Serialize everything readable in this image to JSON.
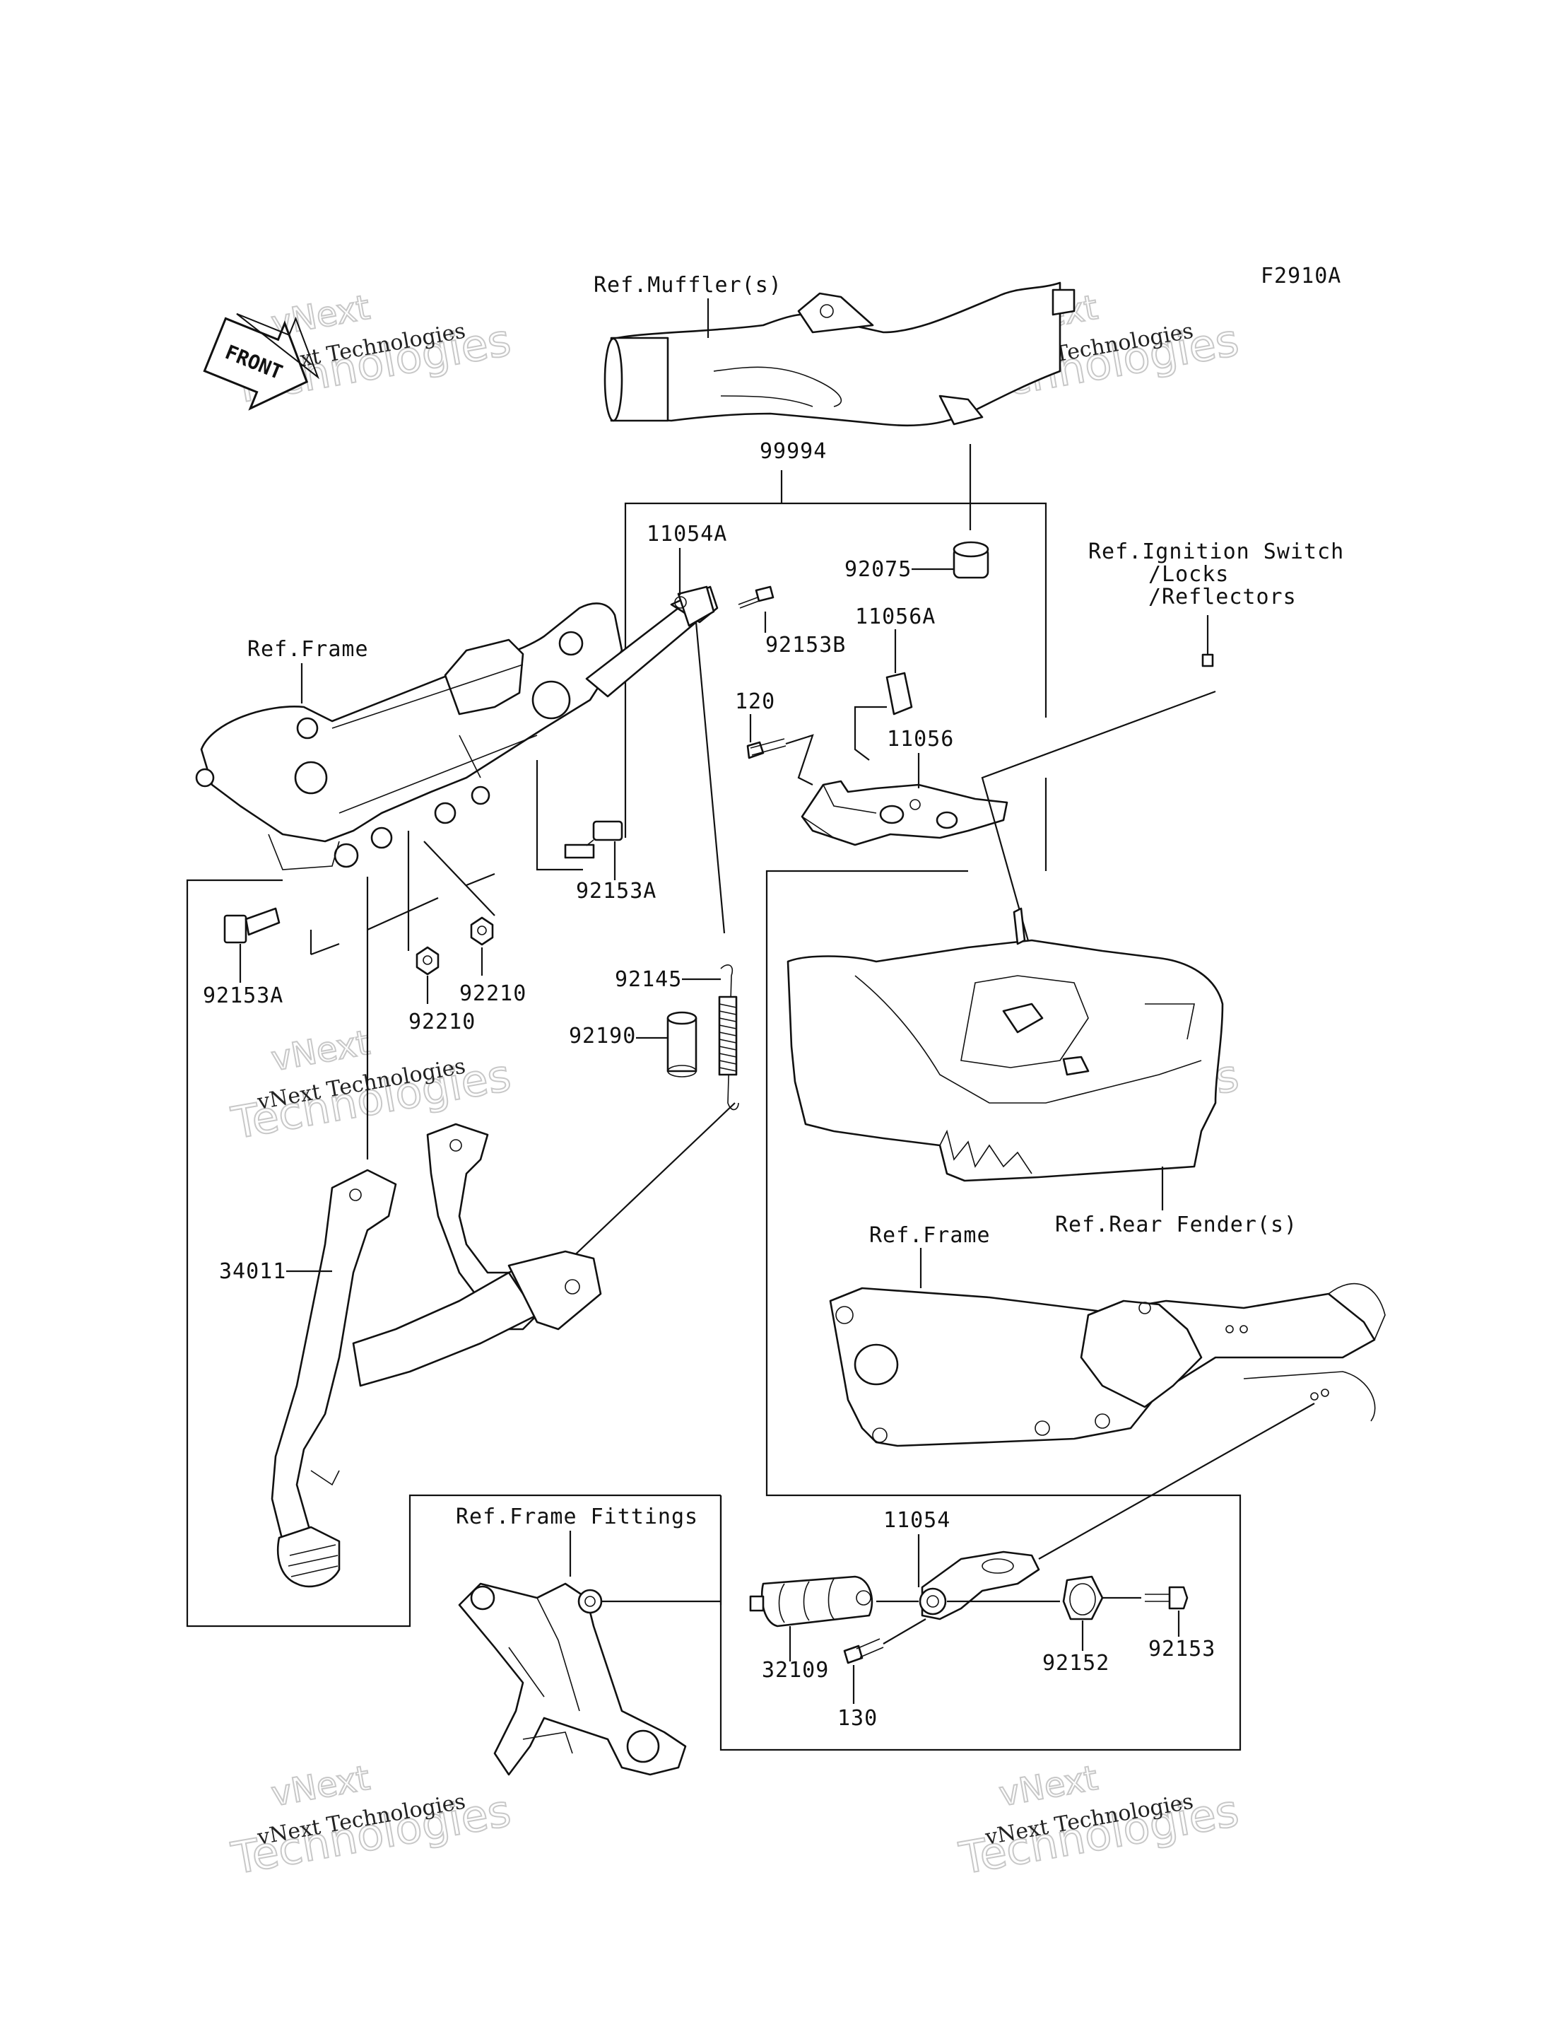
{
  "diagram_code": "F2910A",
  "front_arrow_text": "FRONT",
  "watermark": {
    "small": "vNext Technologies",
    "big_top": "vNext",
    "big_bottom": "Technologies"
  },
  "refs": {
    "muffler": "Ref.Muffler(s)",
    "frame_left": "Ref.Frame",
    "ignition_line1": "Ref.Ignition Switch",
    "ignition_line2": "/Locks",
    "ignition_line3": "/Reflectors",
    "rear_fender": "Ref.Rear Fender(s)",
    "frame_right": "Ref.Frame",
    "frame_fittings": "Ref.Frame Fittings"
  },
  "parts": {
    "p99994": "99994",
    "p11054A": "11054A",
    "p92075": "92075",
    "p92153B": "92153B",
    "p11056A": "11056A",
    "p120": "120",
    "p11056": "11056",
    "p92153A_right": "92153A",
    "p92153A_left": "92153A",
    "p92210_a": "92210",
    "p92210_b": "92210",
    "p92145": "92145",
    "p92190": "92190",
    "p34011": "34011",
    "p11054": "11054",
    "p32109": "32109",
    "p92152": "92152",
    "p92153": "92153",
    "p130": "130"
  }
}
